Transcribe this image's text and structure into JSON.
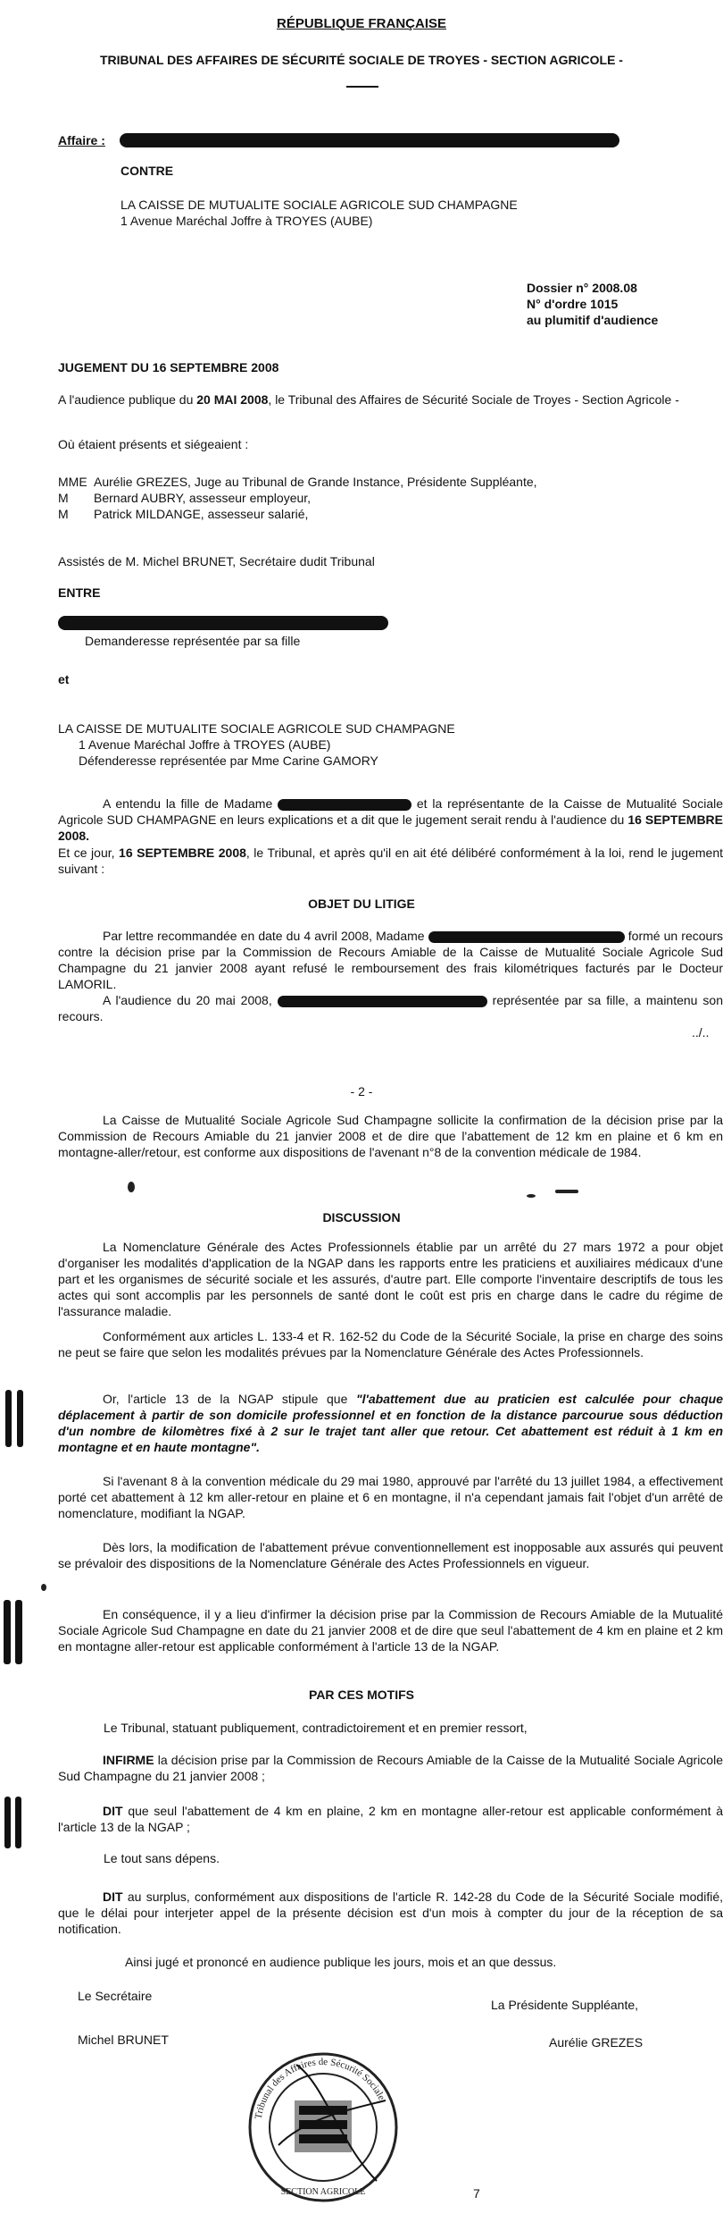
{
  "header": {
    "republic": "RÉPUBLIQUE FRANÇAISE",
    "tribunal": "TRIBUNAL DES AFFAIRES DE SÉCURITÉ SOCIALE DE TROYES - SECTION AGRICOLE -",
    "affaire_label": "Affaire :"
  },
  "contre": {
    "label": "CONTRE",
    "party": "LA CAISSE DE MUTUALITE SOCIALE AGRICOLE SUD CHAMPAGNE",
    "address": "1 Avenue Maréchal Joffre à TROYES (AUBE)"
  },
  "dossier": {
    "number": "Dossier n° 2008.08",
    "ordre": "N° d'ordre 1015",
    "plumitif": "au plumitif d'audience"
  },
  "judgment": {
    "title": "JUGEMENT DU 16 SEPTEMBRE 2008",
    "audience_pre": "A l'audience publique du",
    "audience_date": "20 MAI 2008",
    "audience_post": ", le Tribunal des Affaires de Sécurité Sociale de Troyes - Section Agricole -",
    "presents": "Où étaient présents et siégeaient :",
    "members": [
      {
        "title": "MME",
        "text": "Aurélie GREZES, Juge au Tribunal de Grande Instance, Présidente Suppléante,"
      },
      {
        "title": "M",
        "text": "Bernard AUBRY, assesseur employeur,"
      },
      {
        "title": "M",
        "text": "Patrick MILDANGE, assesseur salarié,"
      }
    ],
    "assiste": "Assistés de M. Michel BRUNET, Secrétaire dudit Tribunal",
    "entre": "ENTRE",
    "demanderesse": "Demanderesse représentée par sa fille",
    "et": "et",
    "defendant": "LA CAISSE DE MUTUALITE SOCIALE AGRICOLE SUD CHAMPAGNE",
    "defendant_address": "1 Avenue Maréchal Joffre à TROYES (AUBE)",
    "defenderesse": "Défenderesse représentée par Mme Carine GAMORY",
    "para1_a": "A entendu la fille de Madame",
    "para1_b": "et la représentante de la Caisse de Mutualité Sociale Agricole SUD CHAMPAGNE en leurs explications et a dit que le jugement serait rendu à l'audience du",
    "para1_date": "16 SEPTEMBRE 2008.",
    "para2_a": "Et ce jour,",
    "para2_date": "16 SEPTEMBRE 2008",
    "para2_b": ", le Tribunal, et après qu'il en ait été délibéré conformément à la loi, rend le jugement suivant :"
  },
  "objet": {
    "title": "OBJET DU LITIGE",
    "para1_a": "Par lettre recommandée en date du 4 avril 2008, Madame",
    "para1_b": "formé un recours contre la décision prise par la Commission de Recours Amiable de la Caisse de Mutualité Sociale Agricole Sud Champagne du 21 janvier 2008 ayant refusé le remboursement des frais kilométriques facturés par le Docteur LAMORIL.",
    "para2_a": "A l'audience du 20 mai 2008,",
    "para2_b": "représentée par sa fille, a maintenu son recours.",
    "continued": "../..",
    "page_number": "- 2 -",
    "para3": "La Caisse de Mutualité Sociale Agricole Sud Champagne sollicite la confirmation de la décision prise par la Commission de Recours Amiable du 21 janvier 2008 et de dire que l'abattement de 12 km en plaine et 6 km en montagne-aller/retour, est conforme aux dispositions de l'avenant n°8 de la convention médicale de 1984."
  },
  "discussion": {
    "title": "DISCUSSION",
    "p1": "La Nomenclature Générale des Actes Professionnels établie par un arrêté du 27 mars 1972 a pour objet d'organiser les modalités d'application de la NGAP dans les rapports entre les praticiens et auxiliaires médicaux d'une part et les organismes de sécurité sociale et les assurés, d'autre part. Elle comporte l'inventaire descriptifs de tous les actes qui sont accomplis par les personnels de santé dont le coût est pris en charge dans le cadre du régime de l'assurance maladie.",
    "p2": "Conformément aux articles L. 133-4 et R. 162-52 du Code de la Sécurité Sociale, la prise en charge des soins ne peut se faire que selon les modalités prévues par la Nomenclature Générale des Actes Professionnels.",
    "p3_a": "Or, l'article 13 de la NGAP stipule que",
    "p3_b": "\"l'abattement due au praticien est calculée pour chaque déplacement à partir de son domicile professionnel et en fonction de la distance parcourue sous déduction d'un nombre de kilomètres fixé à 2 sur le trajet tant aller que retour. Cet abattement est réduit à 1 km en montagne et en haute montagne\".",
    "p4": "Si l'avenant 8 à la convention médicale du 29 mai 1980, approuvé par l'arrêté du 13 juillet 1984, a effectivement porté cet abattement à 12 km aller-retour en plaine et 6 en montagne, il n'a cependant jamais fait l'objet d'un arrêté de nomenclature, modifiant la NGAP.",
    "p5": "Dès lors, la modification de l'abattement prévue conventionnellement est inopposable aux assurés qui peuvent se prévaloir des dispositions de la Nomenclature Générale des Actes Professionnels en vigueur.",
    "p6": "En conséquence, il y a lieu d'infirmer la décision prise par la Commission de Recours Amiable de la Mutualité Sociale Agricole Sud Champagne en date du 21 janvier 2008 et de dire que seul l'abattement de 4 km en plaine et 2 km en montagne aller-retour est applicable conformément à l'article 13 de la NGAP."
  },
  "motifs": {
    "title": "PAR CES MOTIFS",
    "p1": "Le Tribunal, statuant publiquement, contradictoirement et en premier ressort,",
    "p2_kw": "INFIRME",
    "p2": "la décision prise par la Commission de Recours Amiable de la Caisse de la Mutualité Sociale Agricole Sud Champagne du 21 janvier 2008 ;",
    "p3_kw": "DIT",
    "p3": "que seul l'abattement de 4 km en plaine, 2 km en montagne aller-retour est applicable conformément à l'article 13 de la NGAP ;",
    "p4": "Le tout sans dépens.",
    "p5_kw": "DIT",
    "p5": "au surplus, conformément aux dispositions de l'article R. 142-28 du Code de la Sécurité Sociale modifié, que le délai pour interjeter appel de la présente décision est d'un mois à compter du jour de la réception de sa notification.",
    "p6": "Ainsi jugé et prononcé en audience publique les jours, mois et an que dessus."
  },
  "signatures": {
    "secretary_title": "Le Secrétaire",
    "secretary_name": "Michel BRUNET",
    "president_title": "La Présidente Suppléante,",
    "president_name": "Aurélie GREZES",
    "page_mark": "7"
  },
  "stamp": {
    "ring_text": "Tribunal des Affaires de Sécurité Sociale",
    "bottom_text": "SECTION AGRICOLE"
  }
}
